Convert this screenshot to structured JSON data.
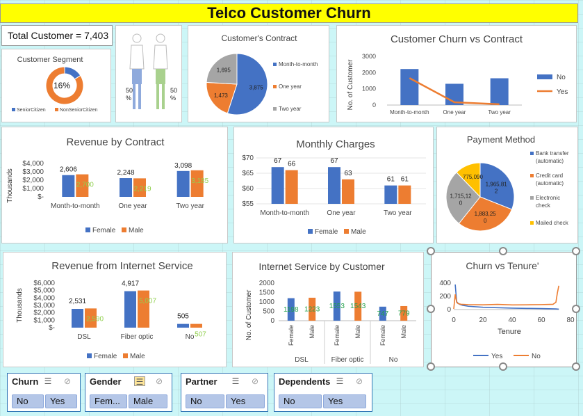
{
  "title": "Telco Customer Churn",
  "total_customer": "Total Customer = 7,403",
  "person_figures": {
    "left_pct": "50",
    "right_pct": "50",
    "pct_sign": "%"
  },
  "chart_data": [
    {
      "id": "segment",
      "type": "pie",
      "title": "Customer Segment",
      "center_label": "16%",
      "categories": [
        "SeniorCitizen",
        "NonSeniorCitizen"
      ],
      "values": [
        16,
        84
      ],
      "colors": [
        "#4472c4",
        "#ed7d31"
      ]
    },
    {
      "id": "contract",
      "type": "pie",
      "title": "Customer's Contract",
      "categories": [
        "Month-to-month",
        "One year",
        "Two year"
      ],
      "values": [
        3875,
        1473,
        1695
      ],
      "value_labels": [
        "3,875",
        "1,473",
        "1,695"
      ],
      "colors": [
        "#4472c4",
        "#ed7d31",
        "#a5a5a5"
      ]
    },
    {
      "id": "churn_contract",
      "type": "bar",
      "title": "Customer Churn vs Contract",
      "ylabel": "No. of Customer",
      "categories": [
        "Month-to-month",
        "One year",
        "Two year"
      ],
      "ylim": [
        0,
        3000
      ],
      "yticks": [
        "0",
        "1000",
        "2000",
        "3000"
      ],
      "series": [
        {
          "name": "No",
          "kind": "bar",
          "values": [
            2220,
            1310,
            1650
          ],
          "color": "#4472c4"
        },
        {
          "name": "Yes",
          "kind": "line",
          "values": [
            1660,
            170,
            50
          ],
          "color": "#ed7d31"
        }
      ]
    },
    {
      "id": "revenue_contract",
      "type": "bar",
      "title": "Revenue by Contract",
      "ylabel": "Thousands",
      "categories": [
        "Month-to-month",
        "One year",
        "Two year"
      ],
      "ylim": [
        0,
        4000
      ],
      "yticks": [
        "$-",
        "$1,000",
        "$2,000",
        "$3,000",
        "$4,000"
      ],
      "series": [
        {
          "name": "Female",
          "values": [
            2606,
            2248,
            3098
          ],
          "labels": [
            "2,606",
            "2,248",
            "3,098"
          ],
          "color": "#4472c4"
        },
        {
          "name": "Male",
          "values": [
            2700,
            2219,
            3185
          ],
          "labels": [
            "2,700",
            "2,219",
            "3,185"
          ],
          "color": "#ed7d31"
        }
      ]
    },
    {
      "id": "monthly_charges",
      "type": "bar",
      "title": "Monthly Charges",
      "categories": [
        "Month-to-month",
        "One year",
        "Two year"
      ],
      "ylim": [
        55,
        70
      ],
      "yticks": [
        "$55",
        "$60",
        "$65",
        "$70"
      ],
      "series": [
        {
          "name": "Female",
          "values": [
            67,
            67,
            61
          ],
          "labels": [
            "67",
            "67",
            "61"
          ],
          "color": "#4472c4"
        },
        {
          "name": "Male",
          "values": [
            66,
            63,
            61
          ],
          "labels": [
            "66",
            "63",
            "61"
          ],
          "color": "#ed7d31"
        }
      ]
    },
    {
      "id": "payment",
      "type": "pie",
      "title": "Payment Method",
      "categories": [
        "Bank transfer (automatic)",
        "Credit card (automatic)",
        "Electronic check",
        "Mailed check"
      ],
      "legend_lines": [
        [
          "Bank transfer",
          "(automatic)"
        ],
        [
          "Credit card",
          "(automatic)"
        ],
        [
          "Electronic",
          "check"
        ],
        [
          "Mailed check"
        ]
      ],
      "values": [
        1965812,
        1883250,
        1715120,
        775090
      ],
      "value_labels": [
        [
          "1,965,81",
          "2"
        ],
        [
          "1,883,25",
          "0"
        ],
        [
          "1,715,12",
          "0"
        ],
        [
          "775,090"
        ]
      ],
      "colors": [
        "#4472c4",
        "#ed7d31",
        "#a5a5a5",
        "#ffc000"
      ]
    },
    {
      "id": "revenue_internet",
      "type": "bar",
      "title": "Revenue from Internet Service",
      "ylabel": "Thousands",
      "categories": [
        "DSL",
        "Fiber optic",
        "No"
      ],
      "ylim": [
        0,
        6000
      ],
      "yticks": [
        "$-",
        "$1,000",
        "$2,000",
        "$3,000",
        "$4,000",
        "$5,000",
        "$6,000"
      ],
      "series": [
        {
          "name": "Female",
          "values": [
            2531,
            4917,
            505
          ],
          "labels": [
            "2,531",
            "4,917",
            "505"
          ],
          "color": "#4472c4"
        },
        {
          "name": "Male",
          "values": [
            2590,
            5007,
            507
          ],
          "labels": [
            "2,590",
            "5,007",
            "507"
          ],
          "color": "#ed7d31"
        }
      ]
    },
    {
      "id": "internet_customer",
      "type": "bar",
      "title": "Internet Service by Customer",
      "ylabel": "No. of Customer",
      "groups": [
        "DSL",
        "Fiber optic",
        "No"
      ],
      "subcategories": [
        "Female",
        "Male"
      ],
      "ylim": [
        0,
        2000
      ],
      "yticks": [
        "0",
        "500",
        "1000",
        "1500",
        "2000"
      ],
      "values": [
        [
          1198,
          1223
        ],
        [
          1553,
          1543
        ],
        [
          747,
          779
        ]
      ],
      "labels": [
        [
          "1198",
          "1223"
        ],
        [
          "1553",
          "1543"
        ],
        [
          "747",
          "779"
        ]
      ],
      "colors": [
        "#4472c4",
        "#ed7d31"
      ]
    },
    {
      "id": "churn_tenure",
      "type": "line",
      "title": "Churn vs Tenure'",
      "xlabel": "Tenure",
      "xlim": [
        0,
        72
      ],
      "ylim": [
        0,
        400
      ],
      "xticks": [
        0,
        20,
        40,
        60,
        80
      ],
      "yticks": [
        0,
        200,
        400
      ],
      "series": [
        {
          "name": "Yes",
          "color": "#4472c4",
          "x": [
            1,
            2,
            3,
            4,
            6,
            10,
            20,
            30,
            40,
            50,
            60,
            70,
            72
          ],
          "y": [
            380,
            120,
            95,
            80,
            65,
            50,
            35,
            28,
            22,
            18,
            15,
            10,
            6
          ]
        },
        {
          "name": "No",
          "color": "#ed7d31",
          "x": [
            0,
            1,
            2,
            3,
            5,
            10,
            20,
            30,
            40,
            50,
            60,
            68,
            70,
            71,
            72
          ],
          "y": [
            10,
            230,
            110,
            90,
            80,
            75,
            72,
            78,
            70,
            72,
            75,
            80,
            110,
            250,
            360
          ]
        }
      ]
    }
  ],
  "slicers": [
    {
      "title": "Churn",
      "buttons": [
        "No",
        "Yes"
      ]
    },
    {
      "title": "Gender",
      "buttons": [
        "Fem...",
        "Male"
      ]
    },
    {
      "title": "Partner",
      "buttons": [
        "No",
        "Yes"
      ]
    },
    {
      "title": "Dependents",
      "buttons": [
        "No",
        "Yes"
      ]
    }
  ],
  "icons": {
    "multi_select": "multi-select-icon",
    "clear_filter": "clear-filter-icon"
  }
}
